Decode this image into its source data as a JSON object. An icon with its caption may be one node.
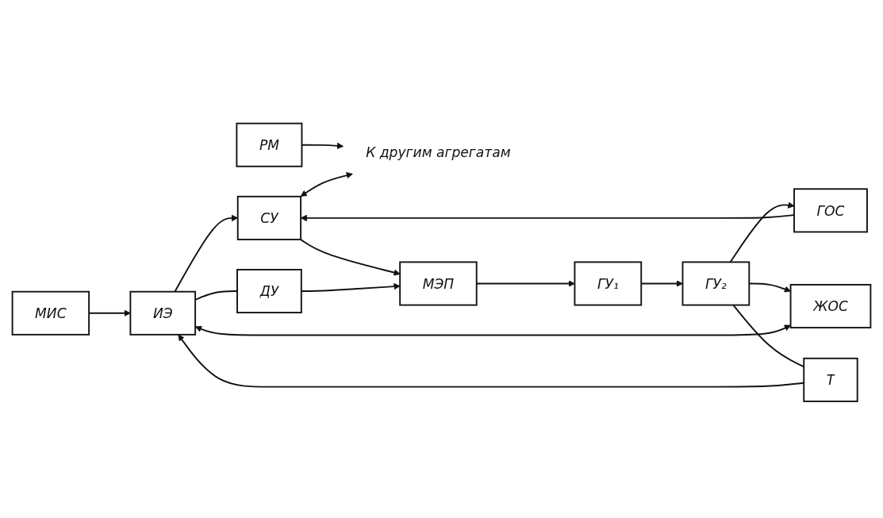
{
  "diagram": {
    "nodes": [
      {
        "text": [
          "РМ"
        ]
      },
      {
        "text": [
          "К другим агрегатам"
        ]
      },
      {
        "text": [
          "МИС"
        ]
      },
      {
        "text": [
          "ИЭ"
        ]
      },
      {
        "text": [
          "СУ"
        ]
      },
      {
        "text": [
          "МЭП"
        ]
      },
      {
        "text": [
          "ГУ₁"
        ]
      },
      {
        "text": [
          "ДУ"
        ]
      },
      {
        "text": [
          "ГОС"
        ]
      },
      {
        "text": [
          "ЖОС"
        ]
      },
      {
        "text": [
          "Т"
        ]
      },
      {
        "text": [
          "ГУ₂"
        ]
      }
    ],
    "edges": [
      {
        "from": 0,
        "to": 1,
        "arrow": "to"
      },
      {
        "from": 4,
        "to": 1,
        "arrow": "both"
      },
      {
        "from": 2,
        "to": 3,
        "arrow": "to"
      },
      {
        "from": 3,
        "to": 4,
        "arrow": "to"
      },
      {
        "from": 4,
        "to": 5,
        "arrow": "to"
      },
      {
        "from": 5,
        "to": 6,
        "arrow": "to"
      },
      {
        "from": 3,
        "to": 7,
        "arrow": "none"
      },
      {
        "from": 7,
        "to": 5,
        "arrow": "to"
      },
      {
        "from": 8,
        "to": 4,
        "arrow": "to"
      },
      {
        "from": 6,
        "to": 11,
        "arrow": "to"
      },
      {
        "from": 11,
        "to": 8,
        "arrow": "to"
      },
      {
        "from": 11,
        "to": 9,
        "arrow": "to"
      },
      {
        "from": 11,
        "to": 10,
        "arrow": "none"
      },
      {
        "from": 10,
        "to": 3,
        "arrow": "to"
      },
      {
        "from": 3,
        "to": 9,
        "arrow": "both"
      }
    ]
  }
}
